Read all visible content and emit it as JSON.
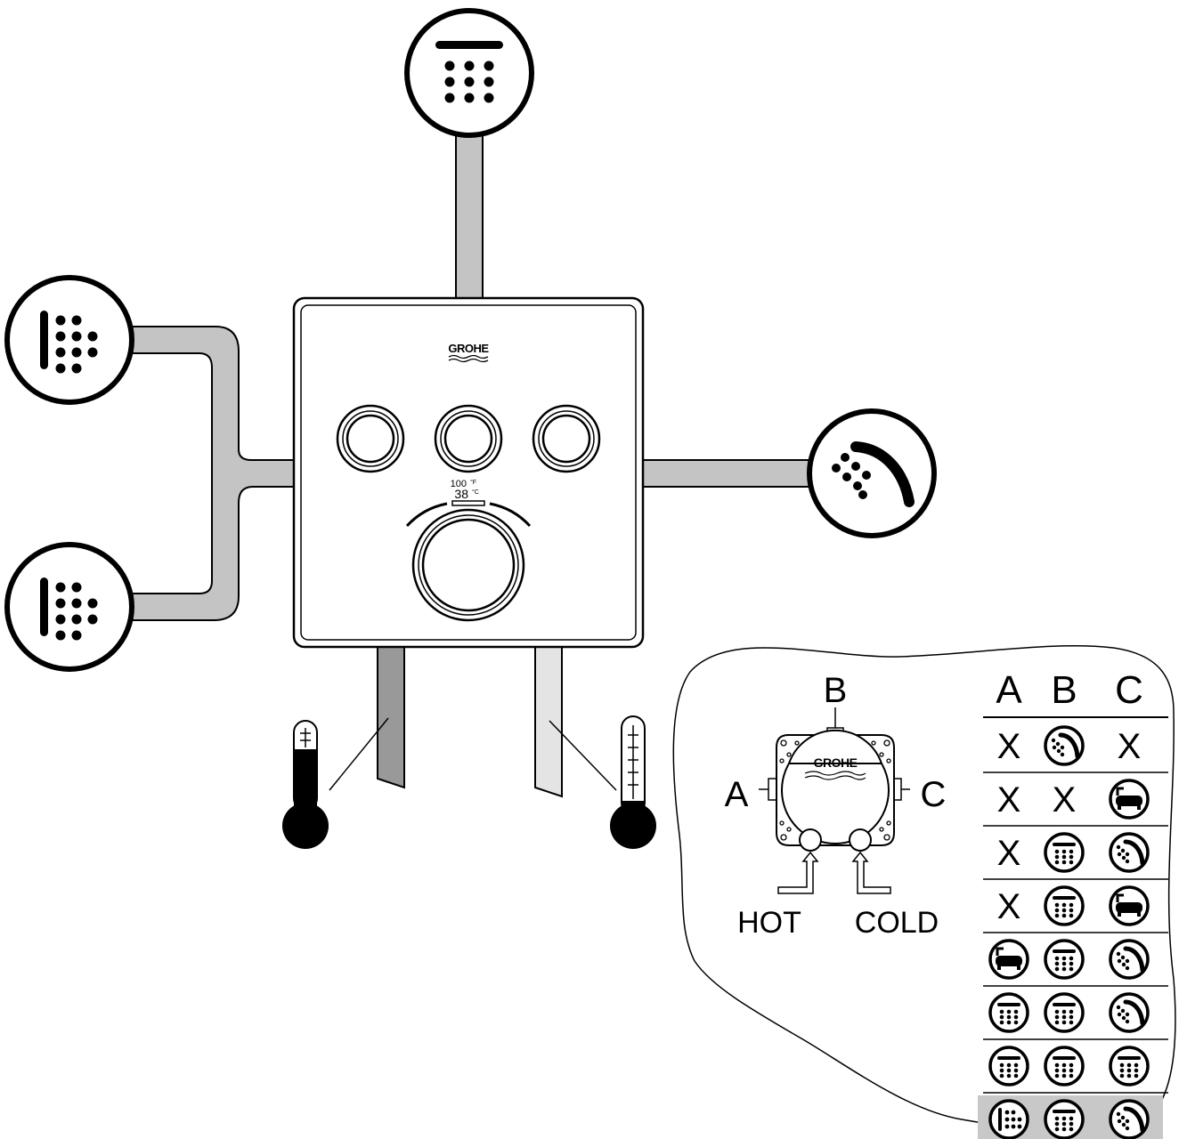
{
  "brand": "GROHE",
  "dial": {
    "temp_f": "100",
    "unit_f": "°F",
    "temp_c": "38",
    "unit_c": "°C"
  },
  "inset": {
    "outlets": {
      "a": "A",
      "b": "B",
      "c": "C"
    },
    "inlets": {
      "hot": "HOT",
      "cold": "COLD"
    },
    "table": {
      "headers": [
        "A",
        "B",
        "C"
      ],
      "rows": [
        [
          "X",
          "hand-shower-icon",
          "X"
        ],
        [
          "X",
          "X",
          "bathtub-icon"
        ],
        [
          "X",
          "overhead-shower-icon",
          "hand-shower-icon"
        ],
        [
          "X",
          "overhead-shower-icon",
          "bathtub-icon"
        ],
        [
          "bathtub-icon",
          "overhead-shower-icon",
          "hand-shower-icon"
        ],
        [
          "overhead-shower-icon",
          "overhead-shower-icon",
          "hand-shower-icon"
        ],
        [
          "overhead-shower-icon",
          "overhead-shower-icon",
          "overhead-shower-icon"
        ],
        [
          "body-jet-icon",
          "overhead-shower-icon",
          "hand-shower-icon"
        ]
      ],
      "highlighted_row": 7
    }
  },
  "colors": {
    "pipe": "#c4c4c4",
    "hot_pipe": "#999999",
    "cold_pipe": "#e4e4e4",
    "highlight": "#c8c8c8",
    "outline": "#000000"
  }
}
